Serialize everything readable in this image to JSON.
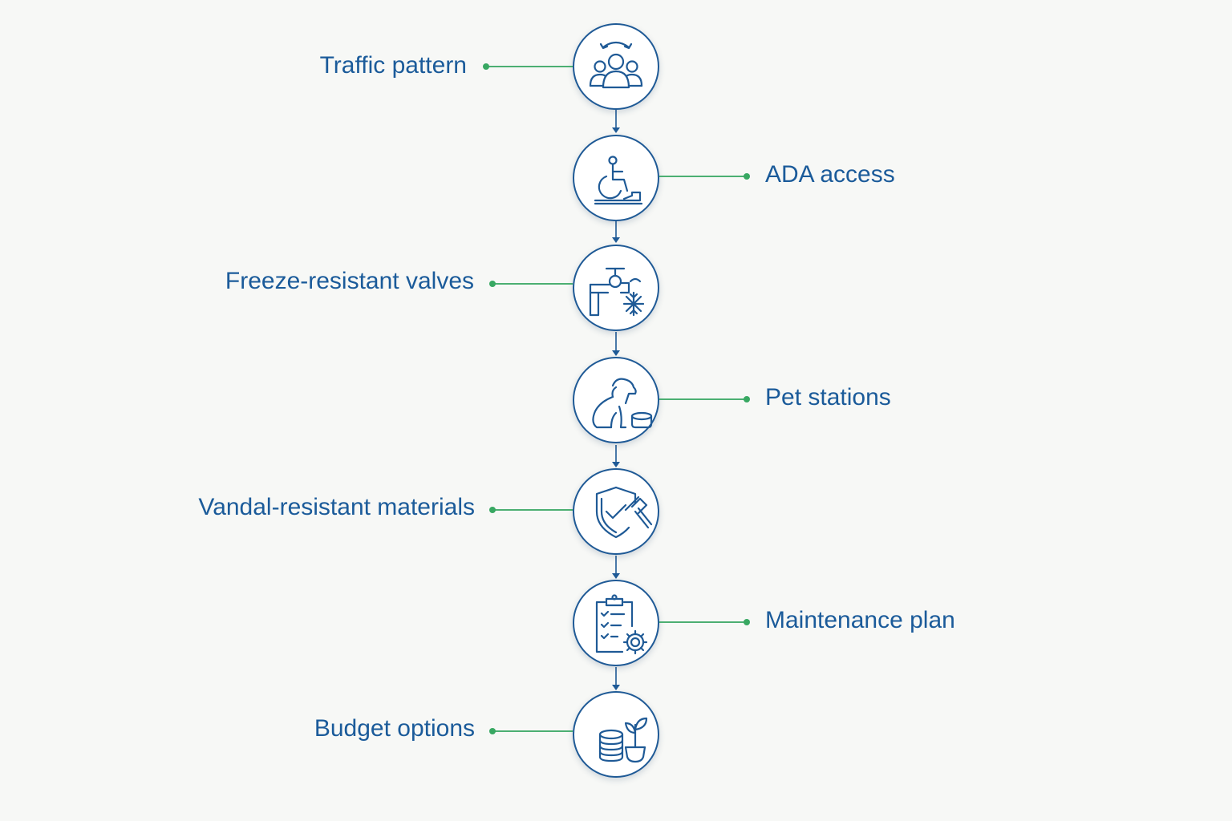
{
  "diagram": {
    "steps": [
      {
        "label": "Traffic pattern",
        "icon": "people-cycle-icon"
      },
      {
        "label": "ADA access",
        "icon": "wheelchair-ramp-icon"
      },
      {
        "label": "Freeze-resistant valves",
        "icon": "faucet-snowflake-icon"
      },
      {
        "label": "Pet stations",
        "icon": "dog-bowl-icon"
      },
      {
        "label": "Vandal-resistant materials",
        "icon": "shield-hammer-icon"
      },
      {
        "label": "Maintenance plan",
        "icon": "clipboard-gear-icon"
      },
      {
        "label": "Budget options",
        "icon": "coins-plant-icon"
      }
    ]
  },
  "colors": {
    "primary": "#1f5a96",
    "label_text": "#1b5b9a",
    "connector": "#4caf72",
    "background": "#f7f8f6"
  }
}
